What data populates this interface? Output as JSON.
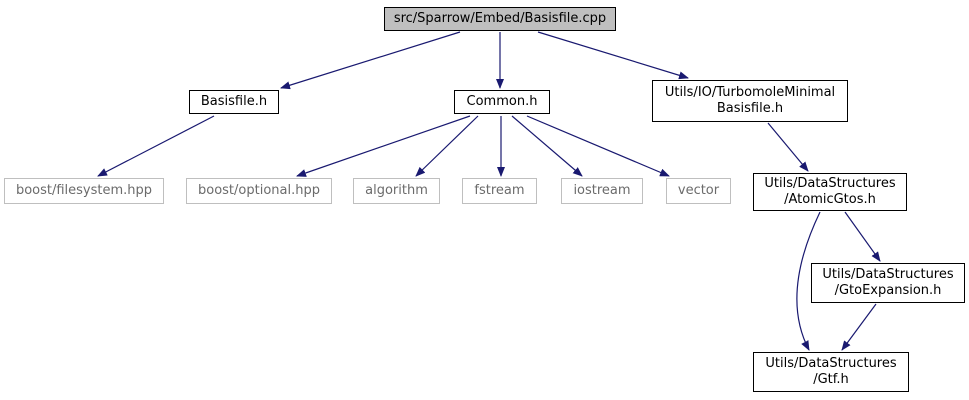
{
  "diagram": {
    "colors": {
      "edge": "#191970",
      "current_fill": "#bfbfbf",
      "linked_border": "#000000",
      "external_border": "#bfbfbf",
      "external_text": "#6b6b6b"
    },
    "nodes": [
      {
        "id": "basisfile_cpp",
        "label": "src/Sparrow/Embed/Basisfile.cpp",
        "kind": "current"
      },
      {
        "id": "basisfile_h",
        "label": "Basisfile.h",
        "kind": "linked"
      },
      {
        "id": "common_h",
        "label": "Common.h",
        "kind": "linked"
      },
      {
        "id": "turbomole_h",
        "label": "Utils/IO/TurbomoleMinimal\nBasisfile.h",
        "kind": "linked"
      },
      {
        "id": "boost_filesystem",
        "label": "boost/filesystem.hpp",
        "kind": "external"
      },
      {
        "id": "boost_optional",
        "label": "boost/optional.hpp",
        "kind": "external"
      },
      {
        "id": "algorithm",
        "label": "algorithm",
        "kind": "external"
      },
      {
        "id": "fstream",
        "label": "fstream",
        "kind": "external"
      },
      {
        "id": "iostream",
        "label": "iostream",
        "kind": "external"
      },
      {
        "id": "vector",
        "label": "vector",
        "kind": "external"
      },
      {
        "id": "atomicgtos_h",
        "label": "Utils/DataStructures\n/AtomicGtos.h",
        "kind": "linked"
      },
      {
        "id": "gtoexpansion_h",
        "label": "Utils/DataStructures\n/GtoExpansion.h",
        "kind": "linked"
      },
      {
        "id": "gtf_h",
        "label": "Utils/DataStructures\n/Gtf.h",
        "kind": "linked"
      }
    ],
    "edges": [
      {
        "from": "basisfile_cpp",
        "to": "basisfile_h"
      },
      {
        "from": "basisfile_cpp",
        "to": "common_h"
      },
      {
        "from": "basisfile_cpp",
        "to": "turbomole_h"
      },
      {
        "from": "basisfile_h",
        "to": "boost_filesystem"
      },
      {
        "from": "common_h",
        "to": "boost_optional"
      },
      {
        "from": "common_h",
        "to": "algorithm"
      },
      {
        "from": "common_h",
        "to": "fstream"
      },
      {
        "from": "common_h",
        "to": "iostream"
      },
      {
        "from": "common_h",
        "to": "vector"
      },
      {
        "from": "turbomole_h",
        "to": "atomicgtos_h"
      },
      {
        "from": "atomicgtos_h",
        "to": "gtoexpansion_h"
      },
      {
        "from": "atomicgtos_h",
        "to": "gtf_h"
      },
      {
        "from": "gtoexpansion_h",
        "to": "gtf_h"
      }
    ]
  }
}
